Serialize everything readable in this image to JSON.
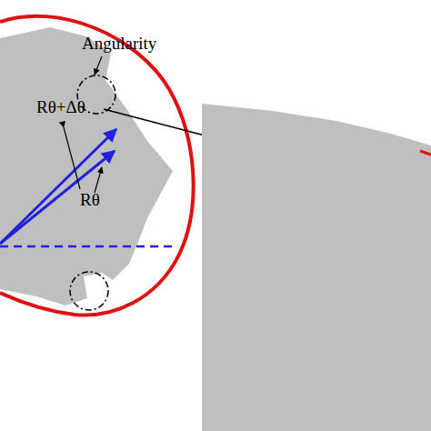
{
  "diagram": {
    "labels": [
      "Angularity",
      "Rθ+Δθ",
      "Rθ"
    ]
  }
}
